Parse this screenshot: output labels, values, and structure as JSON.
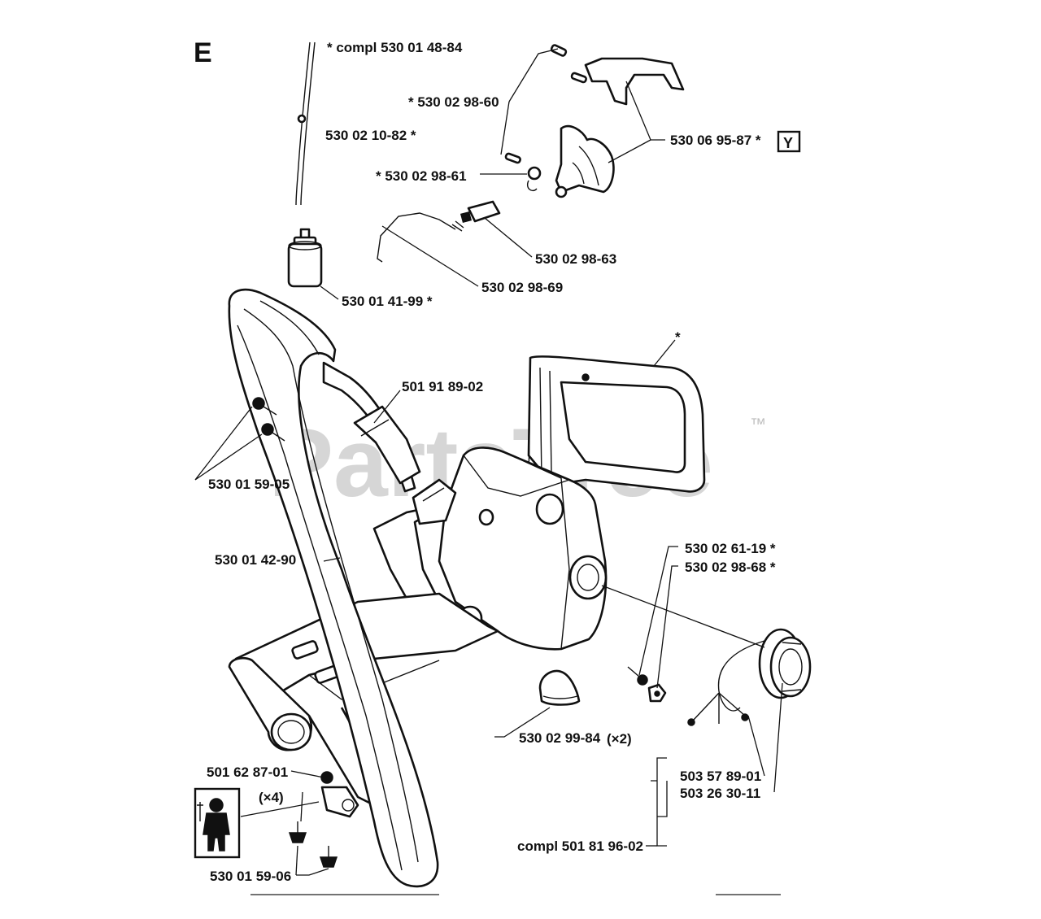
{
  "diagram": {
    "section_letter": "E",
    "watermark": "PartsTree",
    "watermark_tm": "™",
    "box_marker": "Y",
    "labels": {
      "compl_530_01_48_84": "*  compl 530 01 48-84",
      "p530_02_98_60": "*  530 02 98-60",
      "p530_02_10_82": "530 02 10-82  *",
      "p530_06_95_87": "530 06 95-87  *",
      "p530_02_98_61": "*  530 02 98-61",
      "p530_02_98_63": "530 02 98-63",
      "p530_02_98_69": "530 02 98-69",
      "p530_01_41_99": "530 01 41-99  *",
      "star_handle": "*",
      "p501_91_89_02": "501 91 89-02",
      "p530_01_59_05": "530 01 59-05",
      "p530_01_42_90": "530 01 42-90",
      "p530_02_61_19": "530 02 61-19  *",
      "p530_02_98_68": "530 02 98-68  *",
      "p530_02_99_84": "530 02 99-84",
      "qty_x2": "(×2)",
      "p501_62_87_01": "501 62 87-01",
      "qty_x4": "(×4)",
      "p503_57_89_01": "503 57 89-01",
      "p503_26_30_11": "503 26 30-11",
      "compl_501_81_96_02": "compl 501 81 96-02",
      "p530_01_59_06": "530 01 59-06"
    }
  }
}
